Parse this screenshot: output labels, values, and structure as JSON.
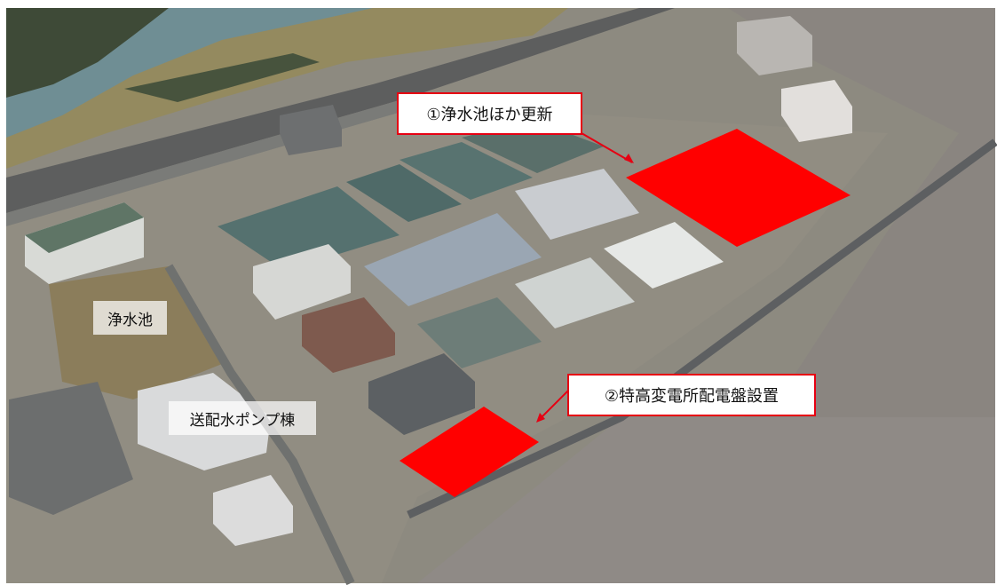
{
  "labels": {
    "purification_pond": "浄水池",
    "pump_building": "送配水ポンプ棟"
  },
  "callouts": {
    "area1": "①浄水池ほか更新",
    "area2": "②特高変電所配電盤設置"
  },
  "colors": {
    "highlight": "#ff0000",
    "callout_border": "#e60012",
    "river": "#6f8e94",
    "basin_water": "#55716f"
  }
}
